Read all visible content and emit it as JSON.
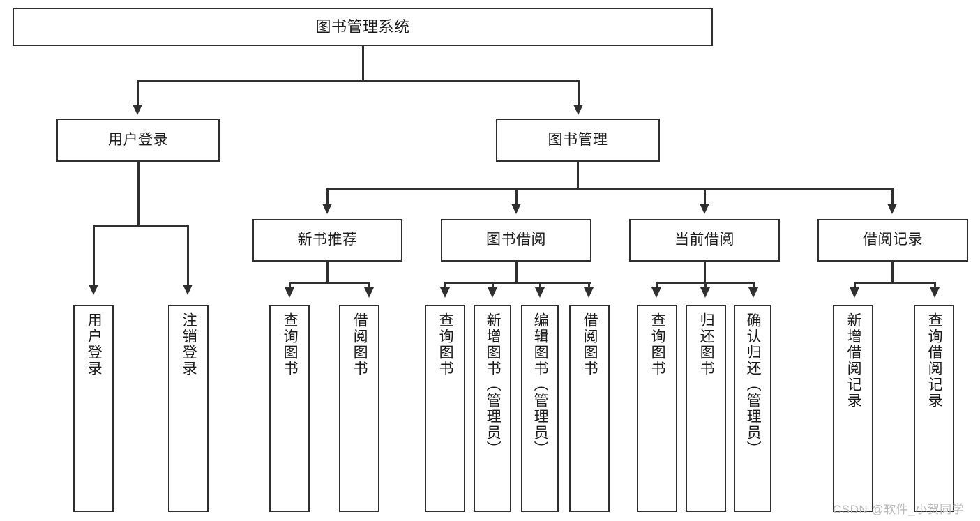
{
  "diagram": {
    "title": "图书管理系统",
    "type": "functional-structure-tree",
    "root": {
      "label": "图书管理系统"
    },
    "level2": [
      {
        "label": "用户登录"
      },
      {
        "label": "图书管理"
      }
    ],
    "level3": [
      {
        "label": "新书推荐"
      },
      {
        "label": "图书借阅"
      },
      {
        "label": "当前借阅"
      },
      {
        "label": "借阅记录"
      }
    ],
    "leaves": {
      "user_login": [
        {
          "label": "用户登录"
        },
        {
          "label": "注销登录"
        }
      ],
      "new_book_recommend": [
        {
          "label": "查询图书"
        },
        {
          "label": "借阅图书"
        }
      ],
      "book_borrow": [
        {
          "label": "查询图书"
        },
        {
          "label": "新增图书（管理员）"
        },
        {
          "label": "编辑图书（管理员）"
        },
        {
          "label": "借阅图书"
        }
      ],
      "current_borrow": [
        {
          "label": "查询图书"
        },
        {
          "label": "归还图书"
        },
        {
          "label": "确认归还（管理员）"
        }
      ],
      "borrow_record": [
        {
          "label": "新增借阅记录"
        },
        {
          "label": "查询借阅记录"
        }
      ]
    }
  },
  "watermark": {
    "text": "CSDN @软件_小贺同学"
  },
  "colors": {
    "stroke": "#2f2f2f",
    "text": "#1a1a1a",
    "background": "#ffffff",
    "watermark": "#b9b9b9"
  }
}
